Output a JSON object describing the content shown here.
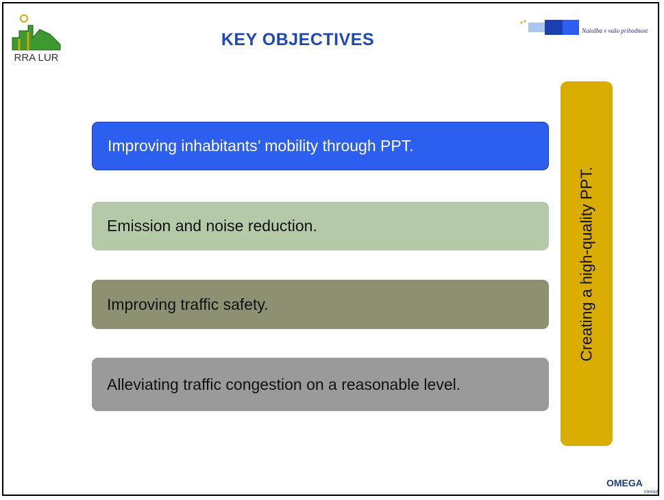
{
  "header": {
    "title": "KEY OBJECTIVES",
    "logo_left_text": "RRA LUR",
    "logo_right_text": "Naložba v vašo prihodnost",
    "footer_logo": "OMEGA",
    "footer_logo_sub": "consult"
  },
  "objectives": [
    {
      "label": "Improving inhabitants’ mobility through PPT.",
      "color": "#2c5ef0"
    },
    {
      "label": "Emission and noise reduction.",
      "color": "#b4c9a7"
    },
    {
      "label": "Improving traffic safety.",
      "color": "#8f8f72"
    },
    {
      "label": "Alleviating traffic congestion on a reasonable level.",
      "color": "#9a9a9a"
    }
  ],
  "sidebar": {
    "label": "Creating a high-quality PPT.",
    "color": "#d9ad00"
  },
  "colors": {
    "title": "#1f47b8",
    "star_fill": "#d4f2cc",
    "star_stroke": "#6a8f5a"
  }
}
